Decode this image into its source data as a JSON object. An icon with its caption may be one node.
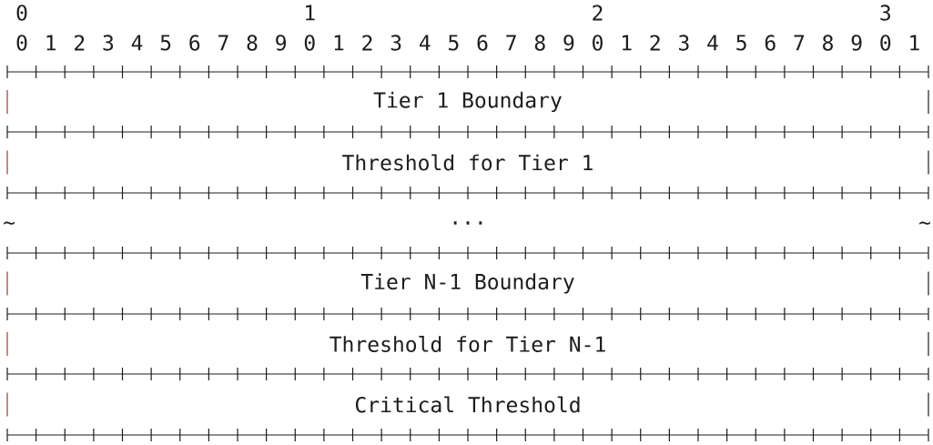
{
  "diagram": {
    "nodes": [
      {
        "text": [
          "Tier 1 Boundary"
        ]
      },
      {
        "text": [
          "Threshold for Tier 1"
        ]
      },
      {
        "text": [
          "..."
        ]
      },
      {
        "text": [
          "Tier N-1 Boundary"
        ]
      },
      {
        "text": [
          "Threshold for Tier N-1"
        ]
      },
      {
        "text": [
          "Critical Threshold"
        ]
      }
    ],
    "labels": [
      "0",
      "1",
      "2",
      "3",
      "0",
      "1",
      "2",
      "3",
      "4",
      "5",
      "6",
      "7",
      "8",
      "9",
      "0",
      "1",
      "2",
      "3",
      "4",
      "5",
      "6",
      "7",
      "8",
      "9",
      "0",
      "1",
      "2",
      "3",
      "4",
      "5",
      "6",
      "7",
      "8",
      "9",
      "0",
      "1",
      "~",
      "~"
    ]
  }
}
